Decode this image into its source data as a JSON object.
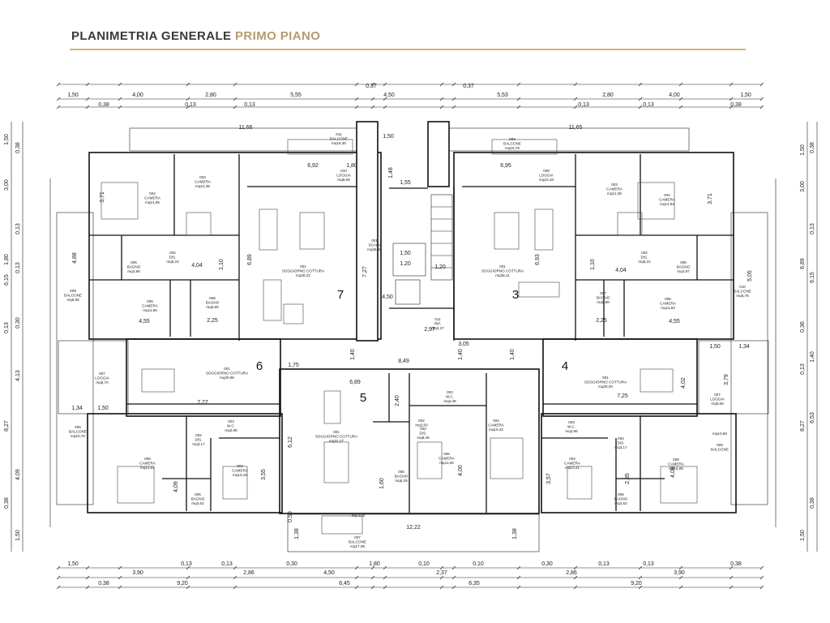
{
  "header": {
    "title_main": "PLANIMETRIA GENERALE",
    "title_accent": "PRIMO PIANO",
    "accent_color": "#b89a6a",
    "rule_color": "#c9b48f"
  },
  "top_dims_row1": [
    "1,50",
    "4,00",
    "2,80",
    "5,55",
    "0,37",
    "4,50",
    "0,37",
    "5,53",
    "2,80",
    "4,00",
    "1,50"
  ],
  "top_dims_row2": [
    "0,38",
    "0,13",
    "0,13",
    "0,13",
    "0,13",
    "0,38"
  ],
  "bottom_dims_row1": [
    "1,50",
    "0,13",
    "0,13",
    "0,30",
    "1,80",
    "0,10",
    "0,10",
    "0,30",
    "0,13",
    "0,13",
    "0,38"
  ],
  "bottom_dims_row2": [
    "3,90",
    "2,86",
    "4,50",
    "2,37",
    "2,86",
    "3,90"
  ],
  "bottom_dims_row3": [
    "0,38",
    "9,20",
    "6,45",
    "6,35",
    "9,20"
  ],
  "left_dims": [
    "1,50",
    "0,38",
    "3,00",
    "0,13",
    "1,80",
    "0,13",
    "6,15",
    "0,30",
    "0,13",
    "4,13",
    "8,27",
    "4,09",
    "0,38",
    "1,50"
  ],
  "right_dims": [
    "1,50",
    "0,38",
    "3,00",
    "0,13",
    "6,89",
    "6,15",
    "0,36",
    "1,40",
    "0,13",
    "6,53",
    "8,27",
    "0,38",
    "1,50"
  ],
  "unit_labels": [
    "7",
    "3",
    "6",
    "4",
    "5"
  ],
  "interior_dims": [
    "11,66",
    "11,65",
    "6,92",
    "1,80",
    "6,95",
    "1,50",
    "1,48",
    "1,55",
    "3,71",
    "3,71",
    "4,04",
    "4,04",
    "1,50",
    "1,10",
    "1,10",
    "6,89",
    "6,93",
    "7,27",
    "4,88",
    "5,05",
    "4,55",
    "4,55",
    "2,25",
    "2,25",
    "2,97",
    "3,05",
    "1,75",
    "6,89",
    "8,49",
    "1,40",
    "1,40",
    "1,40",
    "4,50",
    "7,27",
    "7,25",
    "1,34",
    "1,34",
    "1,50",
    "1,50",
    "3,79",
    "4,02",
    "2,40",
    "6,12",
    "12,22",
    "1,38",
    "1,38",
    "4,00",
    "3,55",
    "3,57",
    "4,09",
    "4,09",
    "2,35",
    "1,60",
    "0,50",
    "1,20",
    "1,20"
  ],
  "rooms": [
    {
      "id": "r1",
      "lines": [
        "011",
        "BALCONE",
        "mq16,30"
      ]
    },
    {
      "id": "r2",
      "lines": [
        "009",
        "BALCONE",
        "mq16,75"
      ]
    },
    {
      "id": "r3",
      "lines": [
        "010",
        "LOGGIA",
        "mq9,69"
      ]
    },
    {
      "id": "r4",
      "lines": [
        "008",
        "LOGGIA",
        "mq10,18"
      ]
    },
    {
      "id": "r5",
      "lines": [
        "004",
        "CAMERA",
        "mq14,86"
      ]
    },
    {
      "id": "r6",
      "lines": [
        "003",
        "CAMERA",
        "mq12,35"
      ]
    },
    {
      "id": "r7",
      "lines": [
        "003",
        "CAMERA",
        "mq12,35"
      ]
    },
    {
      "id": "r8",
      "lines": [
        "004",
        "CAMERA",
        "mq14,84"
      ]
    },
    {
      "id": "r9",
      "lines": [
        "001",
        "SCALA",
        "mq36,65"
      ]
    },
    {
      "id": "r10",
      "lines": [
        "001",
        "SOGGIORNO COTTURA",
        "mq38,22"
      ]
    },
    {
      "id": "r11",
      "lines": [
        "001",
        "SOGGIORNO COTTURA",
        "mq38,11"
      ]
    },
    {
      "id": "r12",
      "lines": [
        "002",
        "DIS.",
        "mq5,24"
      ]
    },
    {
      "id": "r13",
      "lines": [
        "002",
        "DIS.",
        "mq5,22"
      ]
    },
    {
      "id": "r14",
      "lines": [
        "005",
        "BAGNO",
        "mq4,98"
      ]
    },
    {
      "id": "r15",
      "lines": [
        "005",
        "BAGNO",
        "mq4,97"
      ]
    },
    {
      "id": "r16",
      "lines": [
        "009",
        "BALCONE",
        "mq6,98"
      ]
    },
    {
      "id": "r17",
      "lines": [
        "010",
        "BALCONE",
        "mq6,78"
      ]
    },
    {
      "id": "r18",
      "lines": [
        "006",
        "CAMERA",
        "mq11,90"
      ]
    },
    {
      "id": "r19",
      "lines": [
        "006",
        "CAMERA",
        "mq11,93"
      ]
    },
    {
      "id": "r20",
      "lines": [
        "008",
        "BAGNO",
        "mq5,89"
      ]
    },
    {
      "id": "r21",
      "lines": [
        "007",
        "BAGNO",
        "mq5,88"
      ]
    },
    {
      "id": "r22",
      "lines": [
        "011",
        "RIP.",
        "mq3,27"
      ]
    },
    {
      "id": "r23",
      "lines": [
        "007",
        "LOGGIA",
        "mq6,70"
      ]
    },
    {
      "id": "r24",
      "lines": [
        "001",
        "SOGGIORNO COTTURA",
        "mq30,86"
      ]
    },
    {
      "id": "r25",
      "lines": [
        "001",
        "SOGGIORNO COTTURA",
        "mq30,00"
      ]
    },
    {
      "id": "r26",
      "lines": [
        "007",
        "LOGGIA",
        "mq6,69"
      ]
    },
    {
      "id": "r27",
      "lines": [
        "008",
        "BALCONE",
        "mq10,76"
      ]
    },
    {
      "id": "r28",
      "lines": [
        "003",
        "W.C.",
        "mq2,98"
      ]
    },
    {
      "id": "r29",
      "lines": [
        "002",
        "DIS.",
        "mq3,17"
      ]
    },
    {
      "id": "r30",
      "lines": [
        "003",
        "W.C.",
        "mq2,96"
      ]
    },
    {
      "id": "r31",
      "lines": [
        "002",
        "DIS.",
        "mq3,17"
      ]
    },
    {
      "id": "r32",
      "lines": [
        "mq10,86"
      ]
    },
    {
      "id": "r33",
      "lines": [
        "008",
        "BALCONE"
      ]
    },
    {
      "id": "r34",
      "lines": [
        "006",
        "CAMERA",
        "mq15,81"
      ]
    },
    {
      "id": "r35",
      "lines": [
        "004",
        "CAMERA",
        "mq10,26"
      ]
    },
    {
      "id": "r36",
      "lines": [
        "004",
        "CAMERA",
        "mq10,21"
      ]
    },
    {
      "id": "r37",
      "lines": [
        "006",
        "CAMERA",
        "mq15,95"
      ]
    },
    {
      "id": "r38",
      "lines": [
        "005",
        "BAGNO",
        "mq4,62"
      ]
    },
    {
      "id": "r39",
      "lines": [
        "005",
        "BAGNO",
        "mq4,62"
      ]
    },
    {
      "id": "r40",
      "lines": [
        "001",
        "SOGGIORNO COTTURA",
        "mq32,27"
      ]
    },
    {
      "id": "r41",
      "lines": [
        "003",
        "W.C.",
        "mq3,48"
      ]
    },
    {
      "id": "r42",
      "lines": [
        "002",
        "mq2,60"
      ]
    },
    {
      "id": "r43",
      "lines": [
        "002",
        "DIS.",
        "mq9,46"
      ]
    },
    {
      "id": "r44",
      "lines": [
        "004",
        "CAMERA",
        "mq19,42"
      ]
    },
    {
      "id": "r45",
      "lines": [
        "006",
        "CAMERA",
        "mq11,06"
      ]
    },
    {
      "id": "r46",
      "lines": [
        "005",
        "BAGNO",
        "mq5,29"
      ]
    },
    {
      "id": "r47",
      "lines": [
        "mq 3,05"
      ]
    },
    {
      "id": "r48",
      "lines": [
        "007",
        "BALCONE",
        "mq17,08"
      ]
    }
  ]
}
